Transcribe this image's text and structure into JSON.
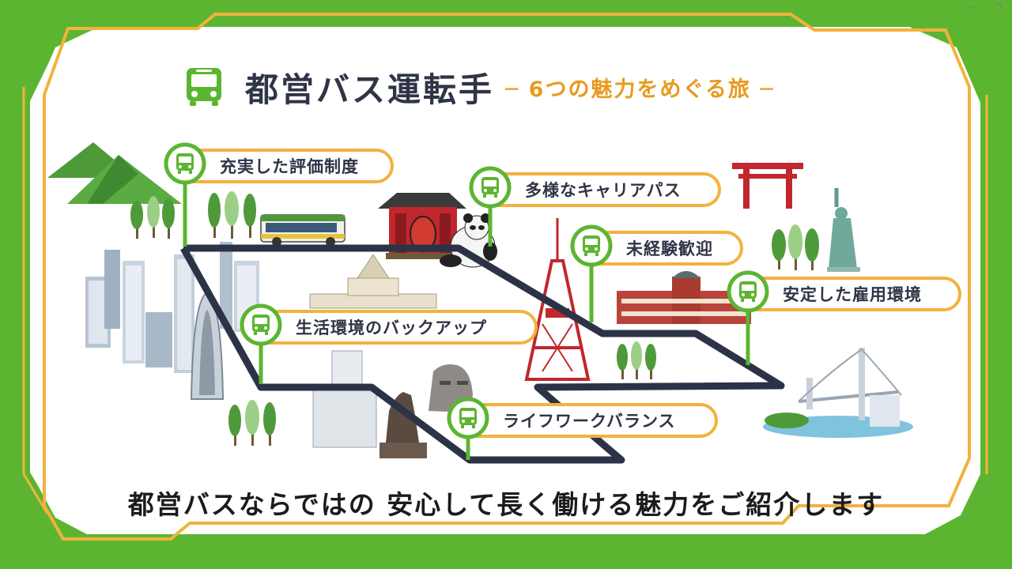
{
  "title": {
    "main": "都営バス運転手",
    "sub": "─ 6つの魅力をめぐる旅 ─"
  },
  "attractions": [
    {
      "label": "充実した評価制度"
    },
    {
      "label": "多様なキャリアパス"
    },
    {
      "label": "未経験歓迎"
    },
    {
      "label": "安定した雇用環境"
    },
    {
      "label": "生活環境のバックアップ"
    },
    {
      "label": "ライフワークバランス"
    }
  ],
  "caption": "都営バスならではの 安心して長く働ける魅力をご紹介します",
  "window_controls": {
    "minimize": "—",
    "restore": "❐"
  },
  "colors": {
    "green": "#5cb531",
    "orange": "#f2b23d",
    "road": "#2c3347",
    "text": "#2f3446"
  },
  "icons": [
    "bus-icon"
  ]
}
